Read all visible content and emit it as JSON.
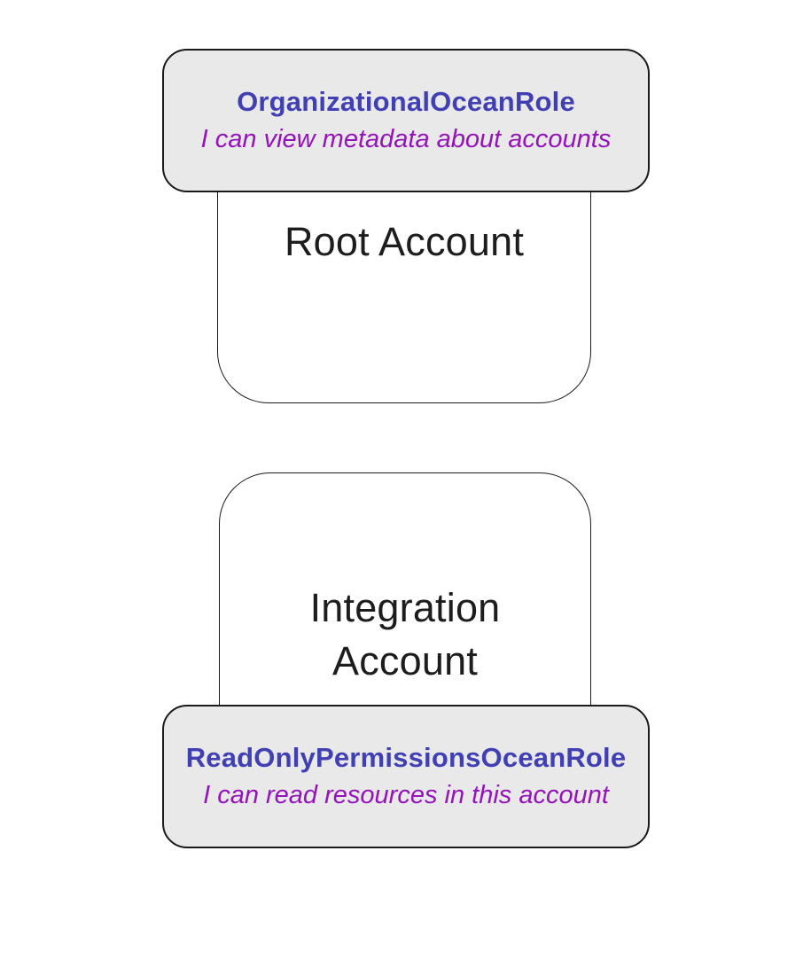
{
  "diagram": {
    "nodes": [
      {
        "account_label": "Root Account",
        "role_name": "OrganizationalOceanRole",
        "role_description": "I can view metadata about accounts",
        "role_attachment": "top"
      },
      {
        "account_label": "Integration Account",
        "role_name": "ReadOnlyPermissionsOceanRole",
        "role_description": "I can read resources in this account",
        "role_attachment": "bottom"
      }
    ]
  },
  "colors": {
    "background": "#ffffff",
    "border": "#1a1a1a",
    "account_label": "#1d1d1d",
    "role_box_fill": "#e9e9e9",
    "role_name": "#4040b4",
    "role_description": "#9414b9"
  }
}
